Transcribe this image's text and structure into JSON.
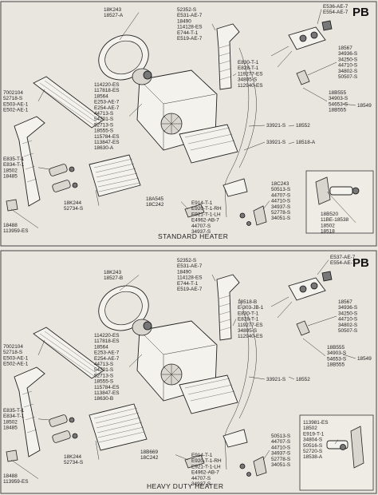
{
  "page_badge": "PB",
  "panels": [
    {
      "caption": "STANDARD HEATER",
      "labels": {
        "top_center": [
          "52352-S",
          "E531-AE-7",
          "18490",
          "114128-ES",
          "E744-T-1",
          "E519-AE-7"
        ],
        "top_ring": [
          "18K243",
          "18527-A"
        ],
        "top_right": [
          "E536-AE-7",
          "E554-AE-7"
        ],
        "right_col": [
          "18567",
          "34936-S",
          "34250-S",
          "44710-S",
          "34802-S",
          "50507-S"
        ],
        "right_mid": [
          "18B555",
          "34903-S",
          "54653-S",
          "18B555"
        ],
        "right_far": "18549",
        "mid_clamp": [
          "E830-T-1",
          "E828-T-1",
          "119277-ES",
          "34805-S",
          "112940-ES"
        ],
        "center_left": [
          "114220-ES",
          "117818-ES",
          "18564",
          "E253-AE-7",
          "E254-AE-7",
          "44713-S",
          "54701-S",
          "52713-S",
          "18555-S",
          "115784-ES",
          "113847-ES",
          "18630-A"
        ],
        "left_col": [
          "7002104",
          "52718-S",
          "E503-AE-1",
          "E502-AE-1"
        ],
        "left_low": [
          "E835-T-1",
          "E834-T-1",
          "18502",
          "18485"
        ],
        "left_bottom": [
          "18488",
          "113959-ES"
        ],
        "heater_core": [
          "18K244",
          "52734-S"
        ],
        "cable_a": "33921-S",
        "cable_b": "18552",
        "cable_c": "33921-S",
        "cable_d": "18518-A",
        "lower_mid_a": [
          "18A545",
          "18C242"
        ],
        "lower_mid_b": [
          "E914-T-1",
          "E920-T-1-RH",
          "E921-T-1-LH",
          "E4962-AB-7",
          "44707-S",
          "34937-S"
        ],
        "lower_right": [
          "18C243",
          "50513-S",
          "44707-S",
          "44710-S",
          "34937-S",
          "52778-S",
          "34051-S"
        ],
        "inset": [
          "18B520",
          "11BE-18538",
          "18502",
          "18518"
        ]
      }
    },
    {
      "caption": "HEAVY DUTY HEATER",
      "labels": {
        "top_center": [
          "52352-S",
          "E531-AE-7",
          "18490",
          "114128-ES",
          "E744-T-1",
          "E519-AE-7"
        ],
        "top_ring": [
          "18K243",
          "18527-B"
        ],
        "top_right": [
          "E537-AE-7",
          "E554-AE-7"
        ],
        "right_col": [
          "18567",
          "34936-S",
          "34250-S",
          "44710-S",
          "34802-S",
          "50507-S"
        ],
        "right_mid": [
          "18B555",
          "34903-S",
          "54653-S",
          "18B555"
        ],
        "right_far": "18549",
        "mid_clamp": [
          "18518-B",
          "E-303-JB-1",
          "E830-T-1",
          "E828-T-1",
          "119277-ES",
          "34805-S",
          "112940-ES"
        ],
        "center_left": [
          "114220-ES",
          "117818-ES",
          "18564",
          "E253-AE-7",
          "E254-AE-7",
          "44713-S",
          "54701-S",
          "52713-S",
          "18555-S",
          "115784-ES",
          "113847-ES",
          "18630-B"
        ],
        "left_col": [
          "7002104",
          "52718-S",
          "E503-AE-1",
          "E502-AE-1"
        ],
        "left_low": [
          "E835-T-1",
          "E834-T-1",
          "18502",
          "18485"
        ],
        "left_bottom": [
          "18488",
          "113959-ES"
        ],
        "heater_core": [
          "18K244",
          "52734-S"
        ],
        "cable_a": "33921-S",
        "cable_b": "18552",
        "lower_mid_a": [
          "18B669",
          "18C242"
        ],
        "lower_mid_b": [
          "E914-T-1",
          "E920-T-1-RH",
          "E921-T-1-LH",
          "E4962-AB-7",
          "44707-S",
          "34937-S"
        ],
        "lower_right": [
          "50513-S",
          "44707-S",
          "44710-S",
          "34937-S",
          "52778-S",
          "34051-S"
        ],
        "inset": [
          "113981-ES",
          "18502",
          "E919-T-1",
          "34804-S",
          "50516-S",
          "52720-S",
          "18538-A"
        ]
      }
    }
  ]
}
